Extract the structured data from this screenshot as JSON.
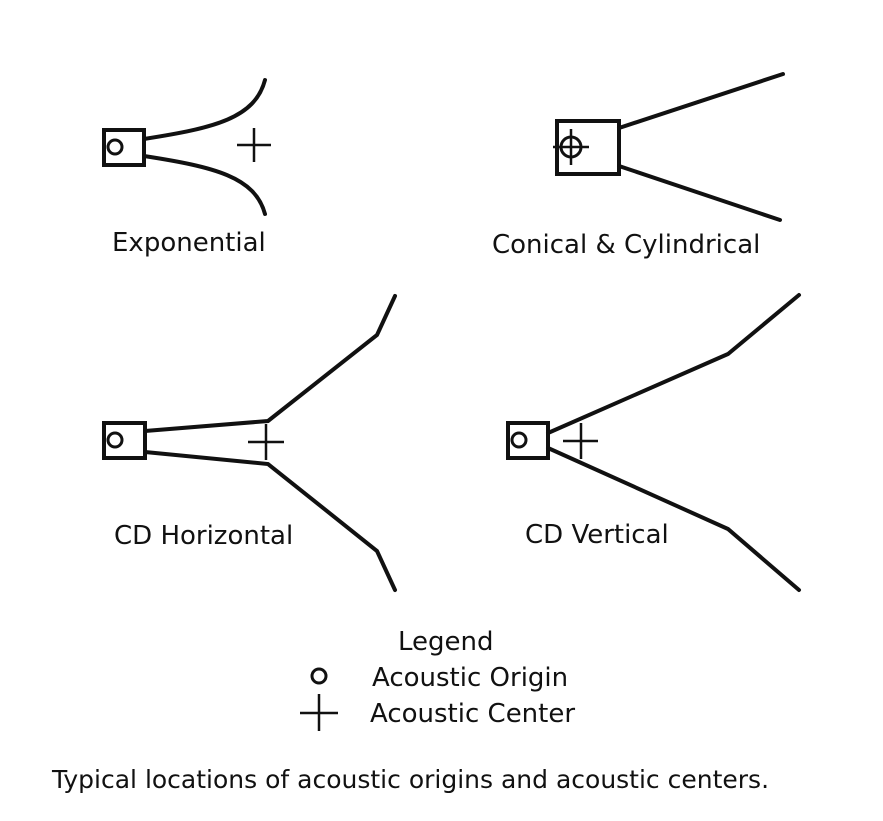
{
  "figure": {
    "diagrams": [
      {
        "id": "exponential",
        "label": "Exponential"
      },
      {
        "id": "conical",
        "label": "Conical & Cylindrical"
      },
      {
        "id": "cd-horizontal",
        "label": "CD Horizontal"
      },
      {
        "id": "cd-vertical",
        "label": "CD Vertical"
      }
    ],
    "legend": {
      "title": "Legend",
      "items": [
        {
          "symbol": "circle",
          "label": "Acoustic Origin"
        },
        {
          "symbol": "cross",
          "label": "Acoustic Center"
        }
      ]
    },
    "caption": "Typical locations of acoustic origins and acoustic centers."
  }
}
